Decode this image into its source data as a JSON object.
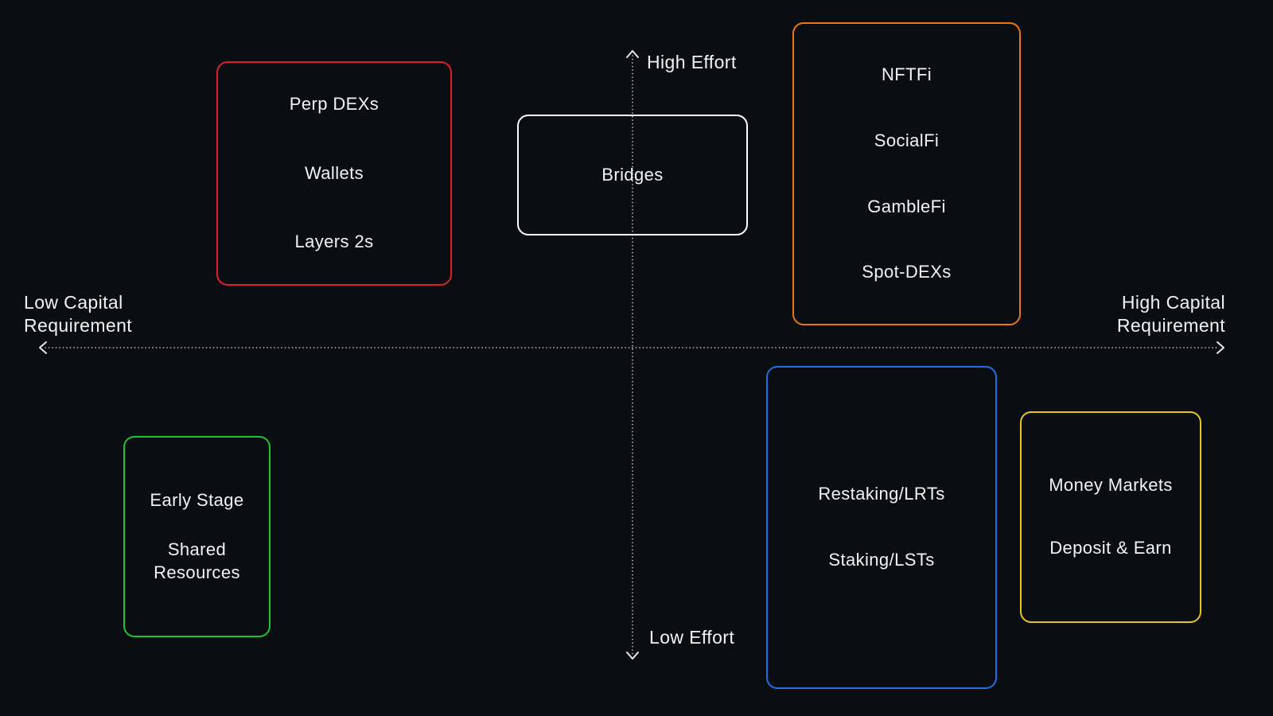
{
  "background": "#0a0e13",
  "text_color": "#f2f2f2",
  "axis": {
    "line_color": "#d4d4d4",
    "vertical": {
      "top_label": "High Effort",
      "bottom_label": "Low Effort"
    },
    "horizontal": {
      "left_label_line1": "Low Capital",
      "left_label_line2": "Requirement",
      "right_label_line1": "High Capital",
      "right_label_line2": "Requirement"
    }
  },
  "boxes": {
    "red": {
      "border": "#e01e2a",
      "items": [
        "Perp DEXs",
        "Wallets",
        "Layers 2s"
      ]
    },
    "white": {
      "border": "#ffffff",
      "items": [
        "Bridges"
      ]
    },
    "orange": {
      "border": "#ec7615",
      "items": [
        "NFTFi",
        "SocialFi",
        "GambleFi",
        "Spot-DEXs"
      ]
    },
    "green": {
      "border": "#1cc52d",
      "items": [
        "Early Stage",
        "Shared Resources"
      ]
    },
    "blue": {
      "border": "#1d6fe2",
      "items": [
        "Restaking/LRTs",
        "Staking/LSTs"
      ]
    },
    "yellow": {
      "border": "#e9c51b",
      "items": [
        "Money Markets",
        "Deposit & Earn"
      ]
    }
  }
}
